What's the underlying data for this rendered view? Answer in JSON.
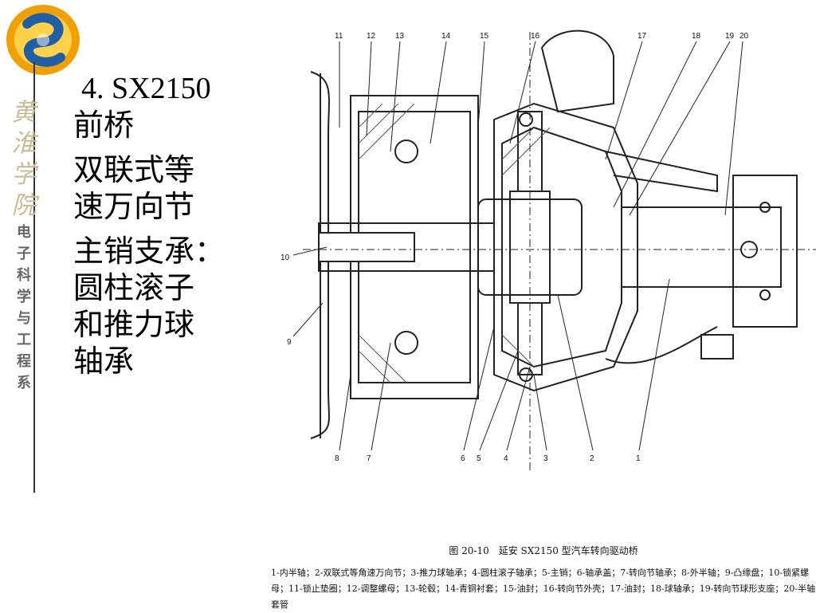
{
  "slide": {
    "title": "4. SX2150",
    "title_line2": "前桥",
    "item1_line1": "双联式等",
    "item1_line2": "速万向节",
    "item2_line1": "主销支承：",
    "item2_line2": "圆柱滚子",
    "item2_line3": "和推力球",
    "item2_line4": "轴承"
  },
  "sidebar": {
    "cursive": [
      "黄",
      "淮",
      "学",
      "院"
    ],
    "dept": [
      "电",
      "子",
      "科",
      "学",
      "与",
      "工",
      "程",
      "系"
    ]
  },
  "figure": {
    "caption_title": "图 20-10　延安 SX2150 型汽车转向驱动桥",
    "legend": "1-内半轴；2-双联式等角速万向节；3-推力球轴承；4-圆柱滚子轴承；5-主销；6-轴承盖；7-转向节轴承；8-外半轴；9-凸缘盘；10-锁紧螺母；11-锁止垫圈；12-调整螺母；13-轮毂；14-青铜衬套；15-油封；16-转向节外壳；17-油封；18-球轴承；19-转向节球形支座；20-半轴套管",
    "top_labels": [
      "11",
      "12",
      "13",
      "14",
      "15",
      "16",
      "17",
      "18",
      "19",
      "20"
    ],
    "bottom_labels": [
      "8",
      "7",
      "6",
      "5",
      "4",
      "3",
      "2",
      "1"
    ],
    "side_labels": [
      "10",
      "9"
    ]
  },
  "colors": {
    "logo_orange": "#f2a000",
    "logo_blue": "#1f5fa8",
    "line": "#222222"
  }
}
